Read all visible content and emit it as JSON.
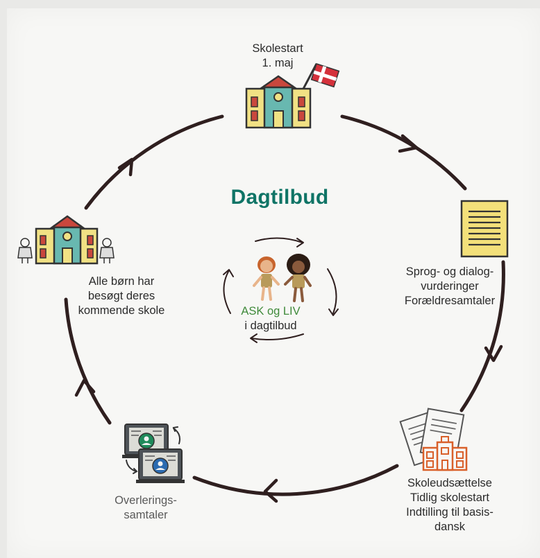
{
  "title": "Dagtilbud",
  "stations": {
    "school_start": {
      "line1": "Skolestart",
      "line2": "1. maj"
    },
    "assessments": {
      "line1": "Sprog- og dialog-",
      "line2": "vurderinger",
      "line3": "Forældresamtaler"
    },
    "placement": {
      "line1": "Skoleudsættelse",
      "line2": "Tidlig skolestart",
      "line3": "Indtilling til basis-",
      "line4": "dansk"
    },
    "handover": {
      "line1": "Overlerings-",
      "line2": "samtaler"
    },
    "visited": {
      "line1": "Alle børn har",
      "line2": "besøgt deres",
      "line3": "kommende skole"
    }
  },
  "center": {
    "line1": "ASK og LIV",
    "line2": "i dagtilbud"
  },
  "colors": {
    "title": "#0f7466",
    "cycle_line": "#2f1f1f",
    "school_yellow": "#f1e184",
    "school_teal": "#68b8b0",
    "roof_red": "#c9473d",
    "placement_orange": "#d9602a",
    "center_green": "#3f8a3a"
  },
  "icons": [
    "school-with-danish-flag-icon",
    "document-icon",
    "papers-and-school-icon",
    "video-meeting-icon",
    "school-with-children-icon",
    "two-children-icon"
  ]
}
